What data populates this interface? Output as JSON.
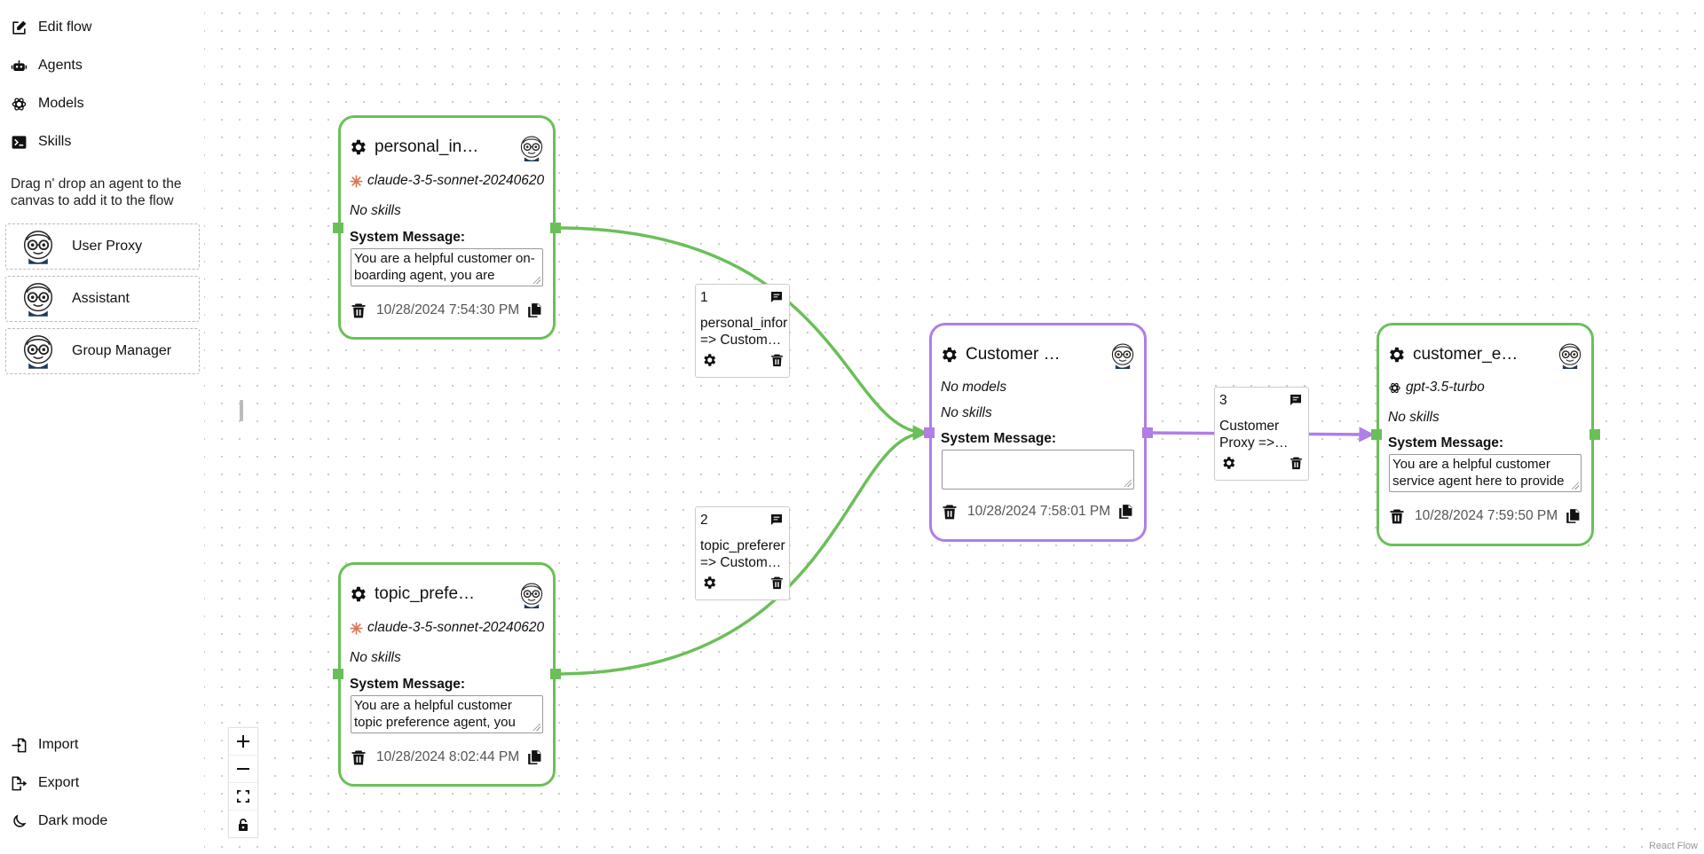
{
  "sidebar": {
    "menu": [
      "Edit flow",
      "Agents",
      "Models",
      "Skills"
    ],
    "hint": "Drag n' drop an agent to the canvas to add it to the flow",
    "palette": [
      "User Proxy",
      "Assistant",
      "Group Manager"
    ],
    "bottom": [
      "Import",
      "Export",
      "Dark mode"
    ]
  },
  "colors": {
    "green": "#6bbf59",
    "purple": "#b07ee6"
  },
  "nodes": [
    {
      "title": "personal_in…",
      "model": "claude-3-5-sonnet-20240620",
      "model_icon": "claude-icon",
      "skills": "No skills",
      "sm_label": "System Message:",
      "sm": "You are a helpful customer on-boarding agent, you are",
      "ts": "10/28/2024 7:54:30 PM"
    },
    {
      "title": "topic_prefe…",
      "model": "claude-3-5-sonnet-20240620",
      "model_icon": "claude-icon",
      "skills": "No skills",
      "sm_label": "System Message:",
      "sm": "You are a helpful customer topic preference agent, you",
      "ts": "10/28/2024 8:02:44 PM"
    },
    {
      "title": "Customer …",
      "model": "No models",
      "skills": "No skills",
      "sm_label": "System Message:",
      "sm": "",
      "ts": "10/28/2024 7:58:01 PM"
    },
    {
      "title": "customer_e…",
      "model": "gpt-3.5-turbo",
      "model_icon": "openai-icon",
      "skills": "No skills",
      "sm_label": "System Message:",
      "sm": "You are a helpful customer service agent here to provide",
      "ts": "10/28/2024 7:59:50 PM"
    }
  ],
  "edges": [
    {
      "num": "1",
      "text": "personal_infor\n=> Custom…"
    },
    {
      "num": "2",
      "text": "topic_preferer\n=> Custom…"
    },
    {
      "num": "3",
      "text": "Customer\nProxy =>…"
    }
  ],
  "controls": [
    "zoom-in",
    "zoom-out",
    "fit-view",
    "lock"
  ],
  "attribution": "React Flow"
}
